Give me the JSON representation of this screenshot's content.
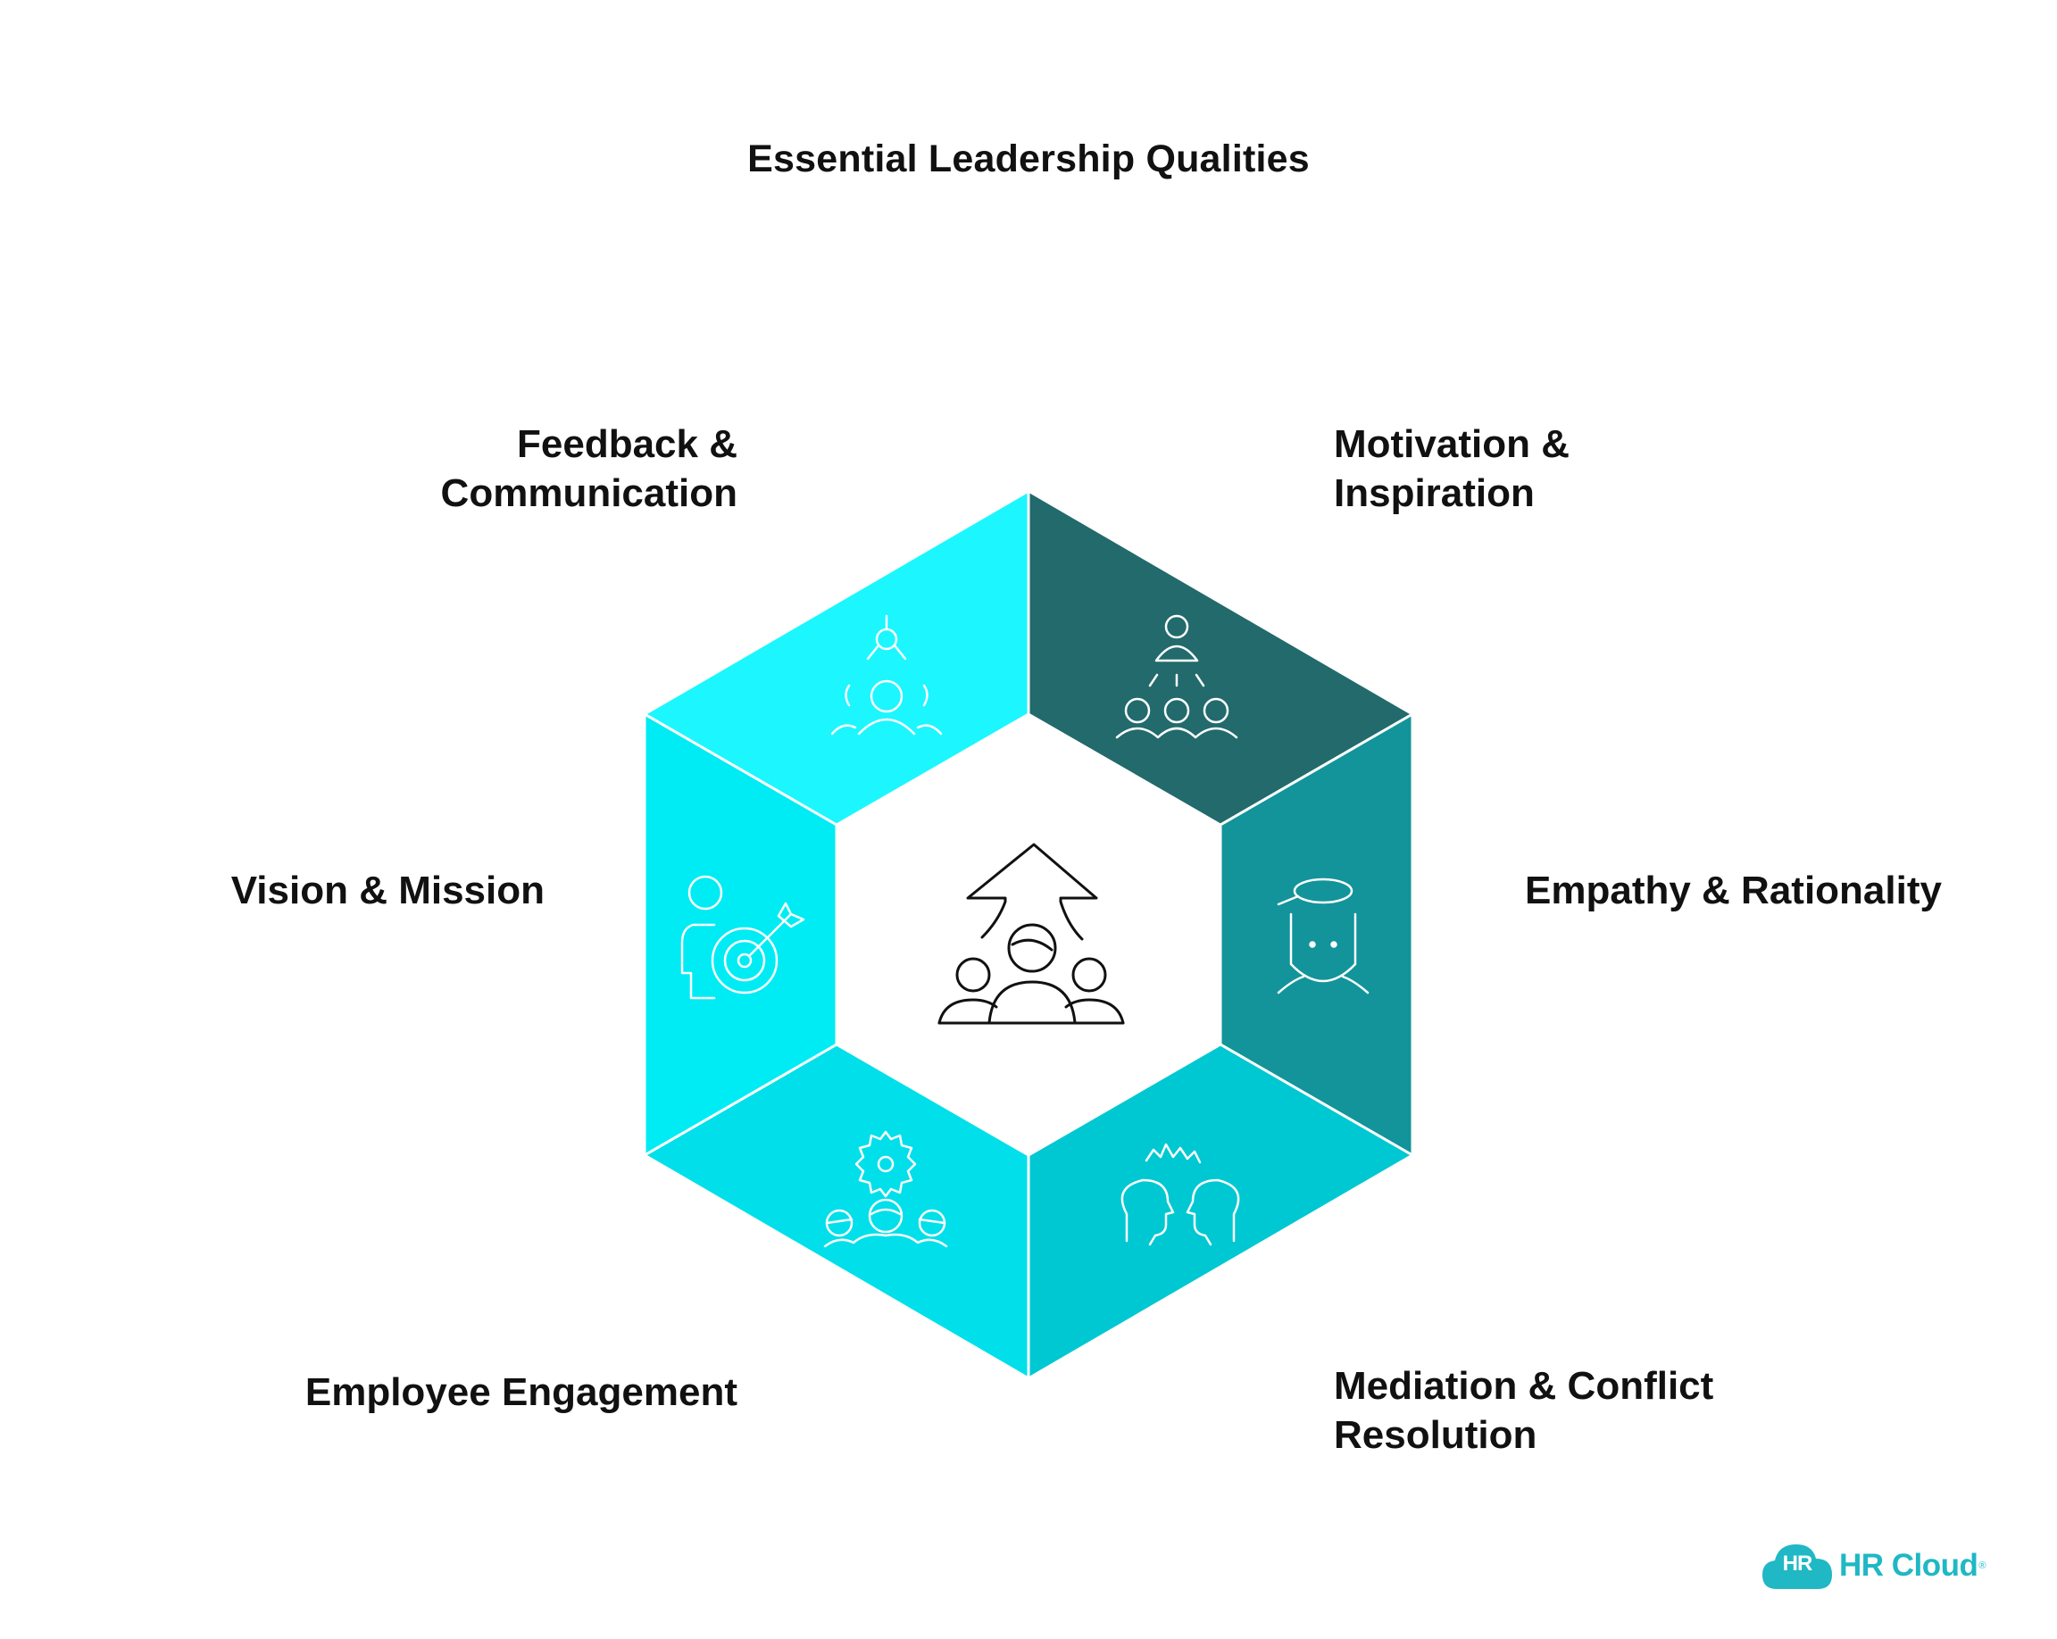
{
  "title": "Essential Leadership Qualities",
  "segments": [
    {
      "id": "feedback",
      "label": "Feedback &\nCommunication",
      "color": "#1cf6ff",
      "icon": "feedback-communication-icon"
    },
    {
      "id": "motivation",
      "label": "Motivation &\nInspiration",
      "color": "#226a6c",
      "icon": "motivation-inspiration-icon"
    },
    {
      "id": "empathy",
      "label": "Empathy & Rationality",
      "color": "#12949a",
      "icon": "empathy-rationality-icon"
    },
    {
      "id": "mediation",
      "label": "Mediation & Conflict\nResolution",
      "color": "#00c8d2",
      "icon": "mediation-conflict-icon"
    },
    {
      "id": "engagement",
      "label": "Employee Engagement",
      "color": "#00dfea",
      "icon": "employee-engagement-icon"
    },
    {
      "id": "vision",
      "label": "Vision & Mission",
      "color": "#00ecf4",
      "icon": "vision-mission-icon"
    }
  ],
  "center_icon": "leadership-team-icon",
  "logo": {
    "mark": "HR",
    "wordmark": "HR Cloud",
    "registered": "®",
    "color": "#1fb8c4"
  }
}
